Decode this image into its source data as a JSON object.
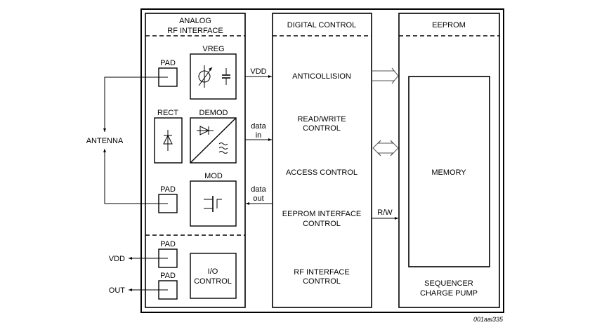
{
  "diagram": {
    "figure_id": "001aai335",
    "external": {
      "antenna": "ANTENNA",
      "vdd_out": "VDD",
      "out": "OUT"
    },
    "analog": {
      "title_line1": "ANALOG",
      "title_line2": "RF INTERFACE",
      "pad_label": "PAD",
      "vreg": "VREG",
      "rect": "RECT",
      "demod": "DEMOD",
      "mod": "MOD",
      "io_line1": "I/O",
      "io_line2": "CONTROL"
    },
    "signals": {
      "vdd": "VDD",
      "data_in_1": "data",
      "data_in_2": "in",
      "data_out_1": "data",
      "data_out_2": "out",
      "rw": "R/W"
    },
    "digital": {
      "title": "DIGITAL CONTROL",
      "items": [
        {
          "line1": "ANTICOLLISION",
          "line2": ""
        },
        {
          "line1": "READ/WRITE",
          "line2": "CONTROL"
        },
        {
          "line1": "ACCESS CONTROL",
          "line2": ""
        },
        {
          "line1": "EEPROM INTERFACE",
          "line2": "CONTROL"
        },
        {
          "line1": "RF INTERFACE",
          "line2": "CONTROL"
        }
      ]
    },
    "eeprom": {
      "title": "EEPROM",
      "memory": "MEMORY",
      "footer_line1": "SEQUENCER",
      "footer_line2": "CHARGE PUMP"
    }
  }
}
